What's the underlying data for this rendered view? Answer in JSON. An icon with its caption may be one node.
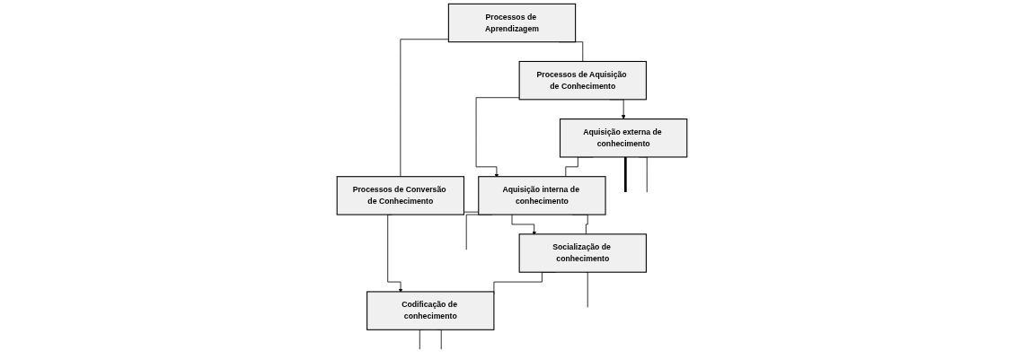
{
  "diagram": {
    "nodes": [
      {
        "text": [
          "Processos de Aprendizagem"
        ]
      },
      {
        "text": [
          "Processos de Aquisição de Conhecimento"
        ]
      },
      {
        "text": [
          "Processos de Conversão de Conhecimento"
        ]
      },
      {
        "text": [
          "Aquisição externa de conhecimento"
        ]
      },
      {
        "text": [
          "Aquisição interna de conhecimento"
        ]
      },
      {
        "text": [
          "Socialização de conhecimento"
        ]
      },
      {
        "text": [
          "Codificação de conhecimento"
        ]
      }
    ],
    "edges": [
      {
        "from": 0,
        "to": 1,
        "arrow": "none"
      },
      {
        "from": 0,
        "to": 2,
        "arrow": "none"
      },
      {
        "from": 1,
        "to": 3,
        "arrow": "to"
      },
      {
        "from": 1,
        "to": 4,
        "arrow": "to"
      },
      {
        "from": 2,
        "to": 5,
        "arrow": "to"
      },
      {
        "from": 2,
        "to": 6,
        "arrow": "to"
      },
      {
        "from": 3,
        "to": 4,
        "arrow": "none"
      },
      {
        "from": 4,
        "to": 5,
        "arrow": "none"
      },
      {
        "from": 5,
        "to": 6,
        "arrow": "none"
      },
      {
        "from": 3,
        "to": null,
        "arrow": "none",
        "style": "thick"
      },
      {
        "from": 3,
        "to": null,
        "arrow": "none"
      },
      {
        "from": 4,
        "to": null,
        "arrow": "none"
      },
      {
        "from": 5,
        "to": null,
        "arrow": "none"
      },
      {
        "from": 6,
        "to": null,
        "arrow": "none"
      },
      {
        "from": 6,
        "to": null,
        "arrow": "none"
      }
    ]
  }
}
